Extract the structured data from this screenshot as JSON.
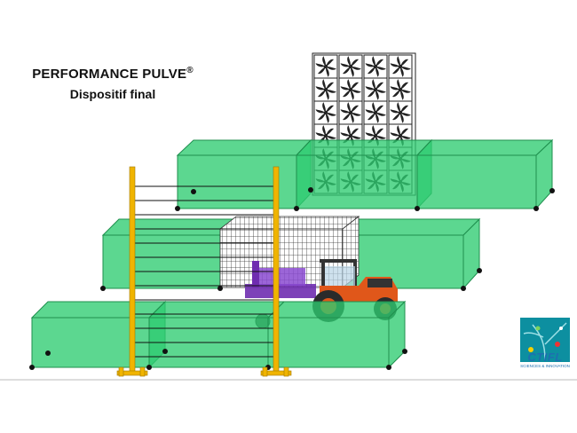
{
  "title": {
    "line1": "PERFORMANCE PULVE",
    "line1_mark": "®",
    "line2": "Dispositif final"
  },
  "logo": {
    "name": "CTIFL",
    "tagline": "SCIENCES & INNOVATION"
  },
  "colors": {
    "box_fill": "#2ecc71",
    "box_stroke": "#1f8f4e",
    "pole": "#f0b400",
    "tractor_body": "#e0571a",
    "tractor_dark": "#333333",
    "trailer_purple": "#6f2db0",
    "logo_bg": "#0d8fa0"
  },
  "icons": [
    "fan-icon",
    "tractor-icon",
    "collector-grid-icon",
    "ctifl-logo-icon"
  ]
}
